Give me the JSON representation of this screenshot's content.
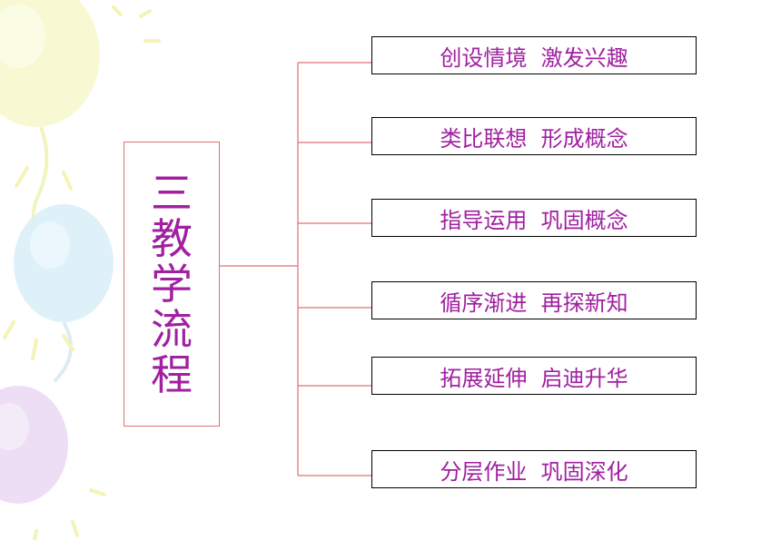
{
  "title": "三 教学流程",
  "steps": [
    "创设情境  激发兴趣",
    "类比联想  形成概念",
    "指导运用  巩固概念",
    "循序渐进  再探新知",
    "拓展延伸  启迪升华",
    "分层作业  巩固深化"
  ],
  "colors": {
    "text": "#a020a0",
    "connector": "#e07070",
    "title_border": "#e07070",
    "step_border": "#000000"
  }
}
